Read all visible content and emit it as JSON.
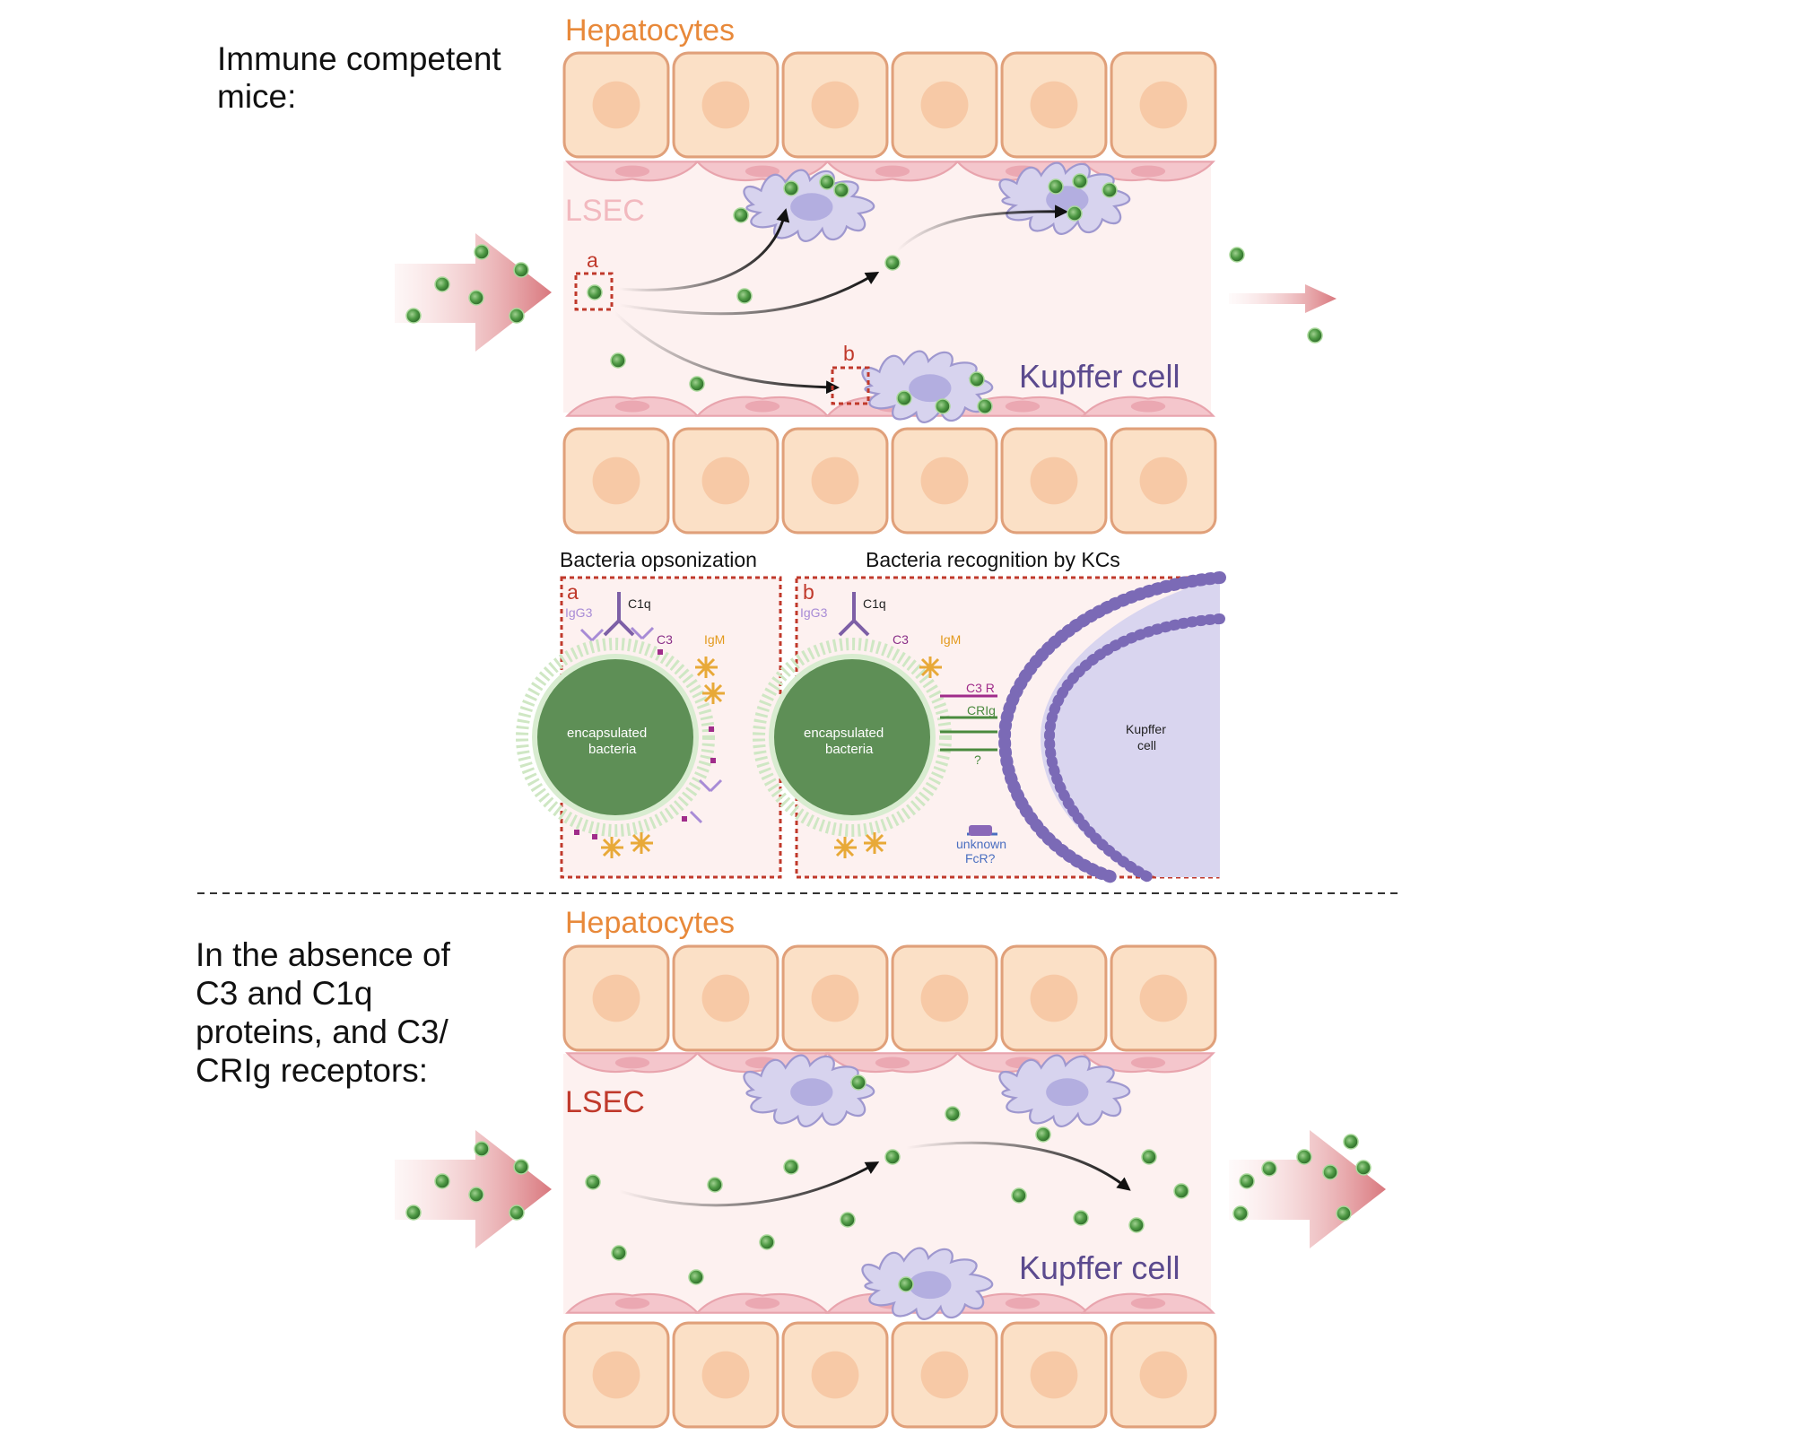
{
  "top": {
    "condition": [
      "Immune competent",
      "mice:"
    ],
    "hepatocytes": "Hepatocytes",
    "lsec": "LSEC",
    "kupffer": "Kupffer cell",
    "box_a": "a",
    "box_b": "b"
  },
  "insets": {
    "a_title": "Bacteria opsonization",
    "b_title": "Bacteria recognition by KCs",
    "a_letter": "a",
    "b_letter": "b",
    "igg3": "IgG3",
    "c1q": "C1q",
    "c3": "C3",
    "igm": "IgM",
    "bacteria_line1": "encapsulated",
    "bacteria_line2": "bacteria",
    "c3r": "C3 R",
    "crig": "CRIg",
    "question": "?",
    "fcr_line1": "unknown",
    "fcr_line2": "FcR?",
    "kc_line1": "Kupffer",
    "kc_line2": "cell"
  },
  "bottom": {
    "condition": [
      "In the absence of",
      "C3 and C1q",
      "proteins, and C3/",
      "CRIg receptors:"
    ],
    "hepatocytes": "Hepatocytes",
    "lsec": "LSEC",
    "kupffer": "Kupffer cell"
  },
  "colors": {
    "hepatocyte_fill": "#fbe0c6",
    "hepatocyte_stroke": "#e0a07a",
    "nucleus": "#f7c9a6",
    "lsec_fill": "#f4c6cc",
    "sinusoid": "#fdf1f0",
    "kupffer_fill": "#d7d3ee",
    "bacteria": "#5a9e4e",
    "dashed_box": "#c0392b",
    "inbound_arrow": "#d9787e"
  }
}
